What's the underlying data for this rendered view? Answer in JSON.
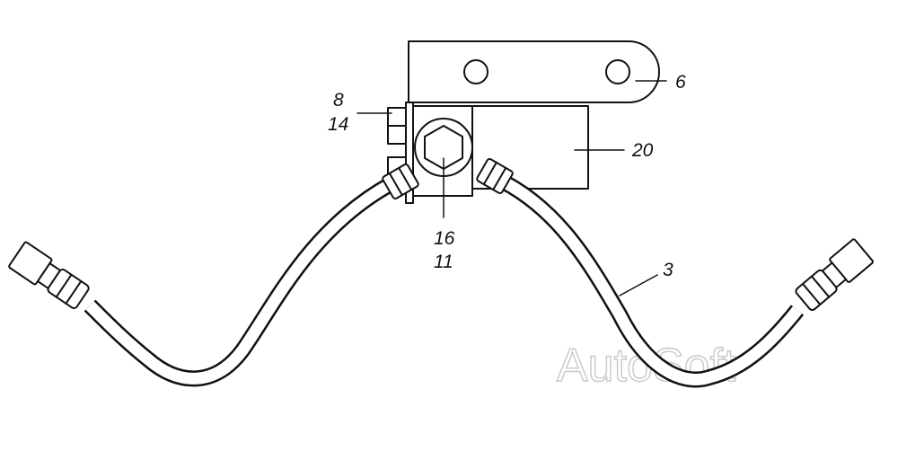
{
  "diagram": {
    "labels": {
      "bracket": "6",
      "body": "20",
      "bolt_a": "8",
      "bolt_b": "14",
      "fitting_a": "16",
      "fitting_b": "11",
      "pipe": "3"
    },
    "watermark": "AutoSoft"
  }
}
